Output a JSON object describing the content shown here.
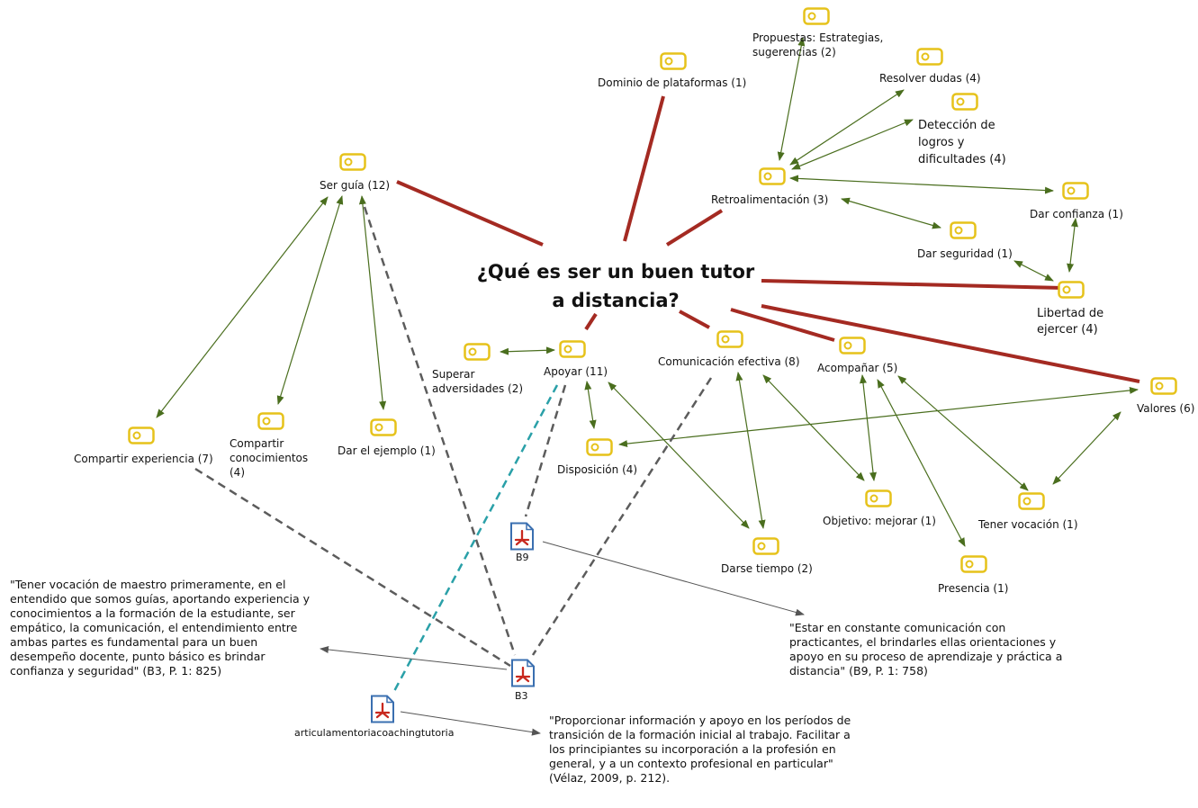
{
  "central_question": "¿Qué es ser un buen tutor a distancia?",
  "codes": {
    "propuestas": "Propuestas: Estrategias, sugerencias (2)",
    "dominio": "Dominio de plataformas (1)",
    "resolver": "Resolver dudas (4)",
    "deteccion": "Detección de logros y dificultades (4)",
    "retroalimentacion": "Retroalimentación (3)",
    "dar_confianza": "Dar confianza (1)",
    "dar_seguridad": "Dar seguridad (1)",
    "libertad": "Libertad de ejercer (4)",
    "ser_guia": "Ser guía (12)",
    "superar": "Superar adversidades (2)",
    "apoyar": "Apoyar (11)",
    "comunicacion": "Comunicación efectiva (8)",
    "acompanar": "Acompañar (5)",
    "valores": "Valores (6)",
    "compartir_exp": "Compartir experiencia (7)",
    "compartir_con": "Compartir conocimientos (4)",
    "dar_ejemplo": "Dar el ejemplo (1)",
    "disposicion": "Disposición (4)",
    "objetivo": "Objetivo: mejorar (1)",
    "tener_vocacion": "Tener vocación (1)",
    "darse_tiempo": "Darse tiempo (2)",
    "presencia": "Presencia (1)"
  },
  "documents": {
    "b9": "B9",
    "b3": "B3",
    "articulo": "articulamentoriacoachingtutoria"
  },
  "quotes": {
    "b3": "\"Tener vocación de maestro primeramente, en el entendido que somos guías, aportando experiencia y conocimientos a la formación de la estudiante, ser empático, la comunicación, el entendimiento entre ambas partes es fundamental para un buen desempeño docente, punto básico es brindar confianza y seguridad\" (B3, P. 1: 825)",
    "b9": "\"Estar en constante comunicación con practicantes, el brindarles ellas orientaciones y apoyo en su proceso de aprendizaje y práctica a distancia\" (B9, P. 1: 758)",
    "articulo": "\"Proporcionar información y apoyo en los períodos de transición de la formación inicial al trabajo. Facilitar a los principiantes su incorporación a la profesión en general, y a un contexto profesional en particular\" (Vélaz, 2009, p. 212)."
  },
  "colors": {
    "tag": "#e6c21a",
    "strong_link": "#a42a22",
    "arrow_link": "#4a6e1e",
    "dashed_gray": "#5c5c5c",
    "dashed_teal": "#2aa0a8",
    "doc_blue": "#3a6fb0",
    "doc_red": "#c8281e"
  }
}
